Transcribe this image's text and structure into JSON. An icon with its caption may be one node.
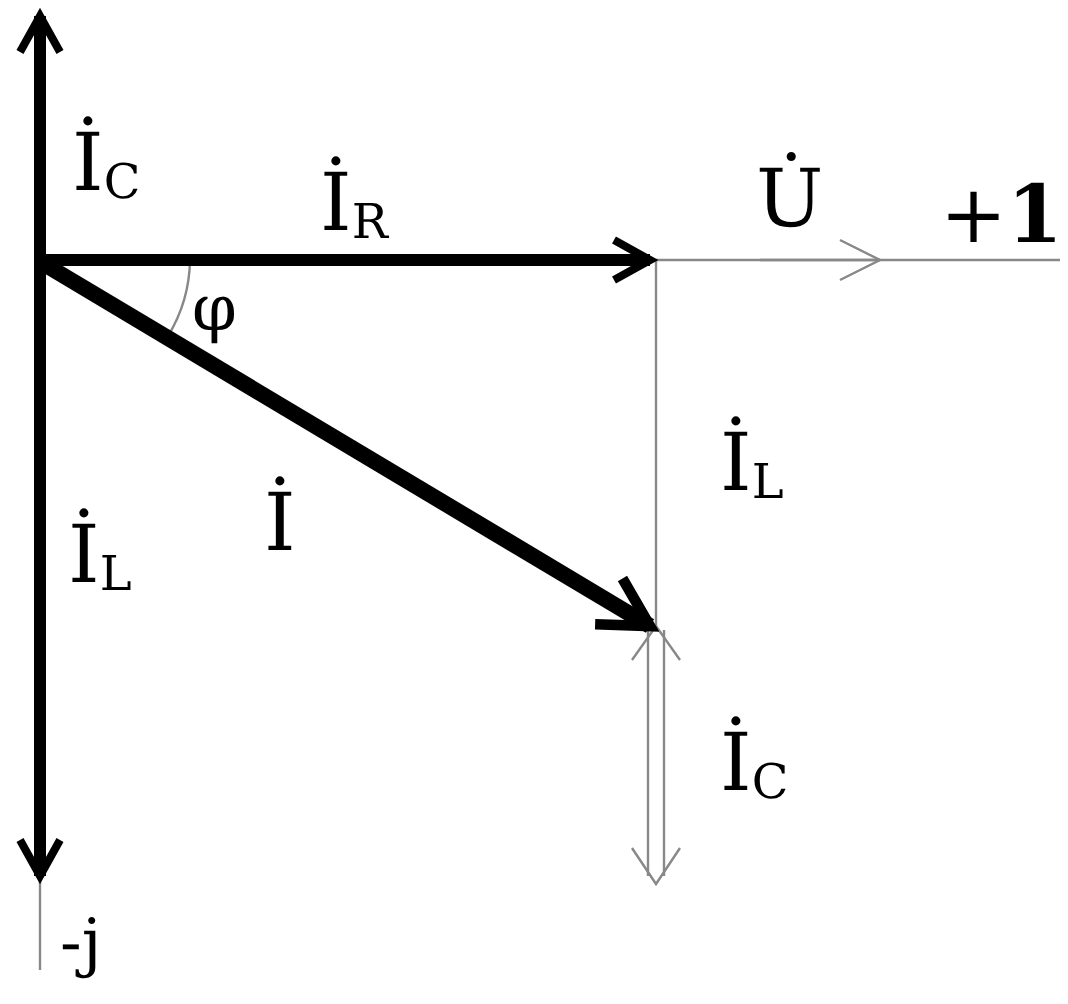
{
  "diagram": {
    "labels": [
      "İ$_{C}$",
      "İ$_{R}$",
      "U̇",
      "+**1**",
      "φ",
      "İ",
      "İ$_{L}$",
      "İ$_{L}$",
      "İ$_{C}$",
      "-j"
    ]
  }
}
